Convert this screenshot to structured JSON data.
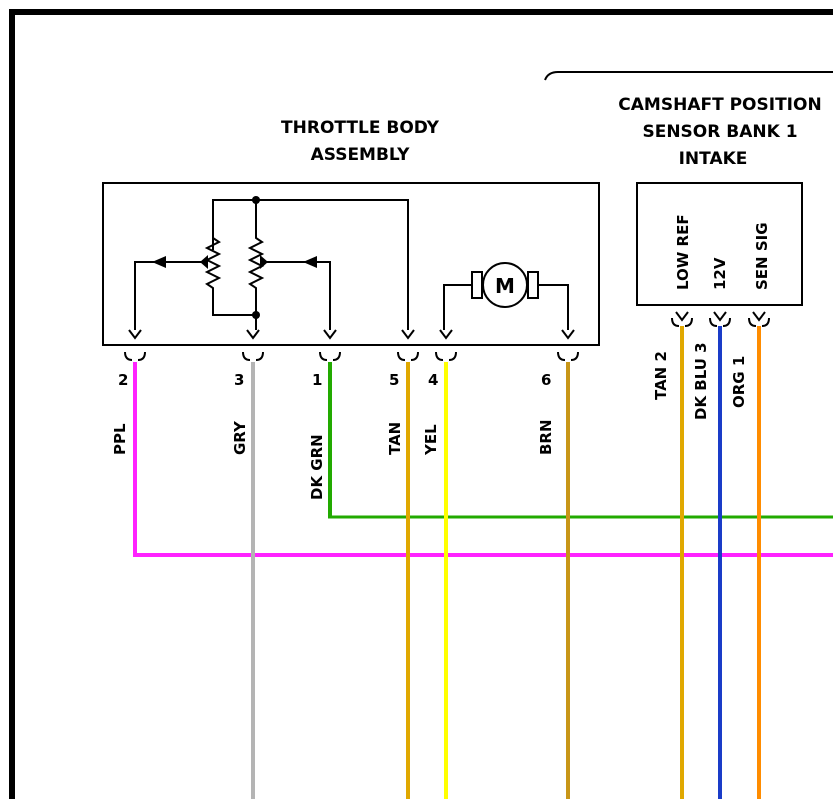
{
  "components": {
    "throttle_body": {
      "title_line1": "THROTTLE BODY",
      "title_line2": "ASSEMBLY"
    },
    "camshaft_sensor": {
      "title_line1": "CAMSHAFT POSITION",
      "title_line2": "SENSOR BANK 1",
      "title_line3": "INTAKE",
      "pin_labels": [
        "LOW REF",
        "12V",
        "SEN SIG"
      ],
      "motor_symbol": "M"
    }
  },
  "throttle_pins": [
    {
      "pin": "2",
      "wire": "PPL",
      "color": "#ff22ff"
    },
    {
      "pin": "3",
      "wire": "GRY",
      "color": "#b4b4b4"
    },
    {
      "pin": "1",
      "wire": "DK GRN",
      "color": "#22aa00"
    },
    {
      "pin": "5",
      "wire": "TAN",
      "color": "#e0a800"
    },
    {
      "pin": "4",
      "wire": "YEL",
      "color": "#ffff00"
    },
    {
      "pin": "6",
      "wire": "BRN",
      "color": "#c89618"
    }
  ],
  "cam_pins": [
    {
      "label": "TAN 2",
      "color": "#e0a800"
    },
    {
      "label": "DK BLU 3",
      "color": "#1a3cc8"
    },
    {
      "label": "ORG 1",
      "color": "#ff8c00"
    }
  ],
  "colors": {
    "border": "#000000",
    "background": "#ffffff"
  }
}
